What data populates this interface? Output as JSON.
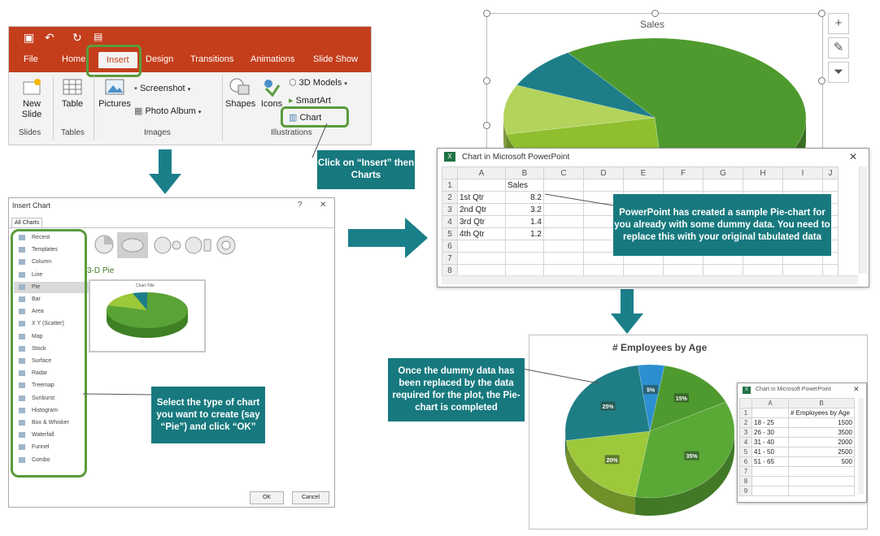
{
  "ribbon": {
    "qat_icons": [
      "save-icon",
      "undo-icon",
      "redo-icon",
      "present-icon"
    ],
    "tabs": [
      "File",
      "Home",
      "Insert",
      "Design",
      "Transitions",
      "Animations",
      "Slide Show"
    ],
    "slides": {
      "new_slide": "New Slide",
      "label": "Slides"
    },
    "tables": {
      "table": "Table",
      "label": "Tables"
    },
    "images": {
      "pictures": "Pictures",
      "screenshot": "Screenshot",
      "photo_album": "Photo Album",
      "label": "Images"
    },
    "illustrations": {
      "shapes": "Shapes",
      "icons": "Icons",
      "models_3d": "3D Models",
      "smartart": "SmartArt",
      "chart": "Chart",
      "label": "Illustrations"
    }
  },
  "callouts": {
    "insert": "Click on “Insert” then Charts",
    "dummy": "PowerPoint has created a sample Pie-chart for you already with some dummy data. You need to replace this with your original tabulated data",
    "select": "Select the type of chart you want to create (say “Pie”) and click “OK”",
    "completed": "Once the dummy data has been replaced by the data required for the plot, the Pie-chart is completed"
  },
  "dialog": {
    "title": "Insert Chart",
    "help": "?",
    "close": "✕",
    "tab": "All Charts",
    "types": [
      "Recent",
      "Templates",
      "Column",
      "Line",
      "Pie",
      "Bar",
      "Area",
      "X Y (Scatter)",
      "Map",
      "Stock",
      "Surface",
      "Radar",
      "Treemap",
      "Sunburst",
      "Histogram",
      "Box & Whisker",
      "Waterfall",
      "Funnel",
      "Combo"
    ],
    "selected_type": "Pie",
    "subtype_title": "3-D Pie",
    "preview_title": "Chart Title",
    "ok": "OK",
    "cancel": "Cancel"
  },
  "chart_top": {
    "title": "Sales",
    "tools": [
      "plus-icon",
      "brush-icon",
      "filter-icon"
    ]
  },
  "sheet": {
    "title": "Chart in Microsoft PowerPoint",
    "close": "✕",
    "columns": [
      "A",
      "B",
      "C",
      "D",
      "E",
      "F",
      "G",
      "H",
      "I",
      "J"
    ],
    "header": "Sales",
    "rows": [
      {
        "n": "2",
        "label": "1st Qtr",
        "value": "8.2"
      },
      {
        "n": "3",
        "label": "2nd Qtr",
        "value": "3.2"
      },
      {
        "n": "4",
        "label": "3rd Qtr",
        "value": "1.4"
      },
      {
        "n": "5",
        "label": "4th Qtr",
        "value": "1.2"
      }
    ],
    "empty_rows": [
      "6",
      "7",
      "8"
    ]
  },
  "chart_data": [
    {
      "type": "pie",
      "title": "Sales",
      "categories": [
        "1st Qtr",
        "2nd Qtr",
        "3rd Qtr",
        "4th Qtr"
      ],
      "values": [
        8.2,
        3.2,
        1.4,
        1.2
      ],
      "colors": [
        "#4e9a2e",
        "#8fbf2f",
        "#b3d35a",
        "#1d7e8a"
      ]
    },
    {
      "type": "pie",
      "title": "# Employees by Age",
      "categories": [
        "18 - 25",
        "26 - 30",
        "31 - 40",
        "41 - 50",
        "51 - 65"
      ],
      "values": [
        1500,
        3500,
        2000,
        2500,
        500
      ],
      "labels": [
        "15%",
        "35%",
        "20%",
        "25%",
        "5%"
      ],
      "colors": [
        "#4e9a2e",
        "#5aa836",
        "#9cc83a",
        "#1f7d86",
        "#2b8fd0"
      ]
    }
  ],
  "sheet_small": {
    "title": "Chart in Microsoft PowerPoint",
    "close": "✕",
    "columns": [
      "A",
      "B"
    ],
    "header": "# Employees by Age",
    "rows": [
      {
        "n": "2",
        "label": "18 - 25",
        "value": "1500"
      },
      {
        "n": "3",
        "label": "26 - 30",
        "value": "3500"
      },
      {
        "n": "4",
        "label": "31 - 40",
        "value": "2000"
      },
      {
        "n": "5",
        "label": "41 - 50",
        "value": "2500"
      },
      {
        "n": "6",
        "label": "51 - 65",
        "value": "500"
      }
    ],
    "empty_rows": [
      "7",
      "8",
      "9"
    ]
  },
  "colors": {
    "ribbon": "#c43e1c",
    "highlight": "#5b9b3c",
    "callout": "#17797e"
  }
}
